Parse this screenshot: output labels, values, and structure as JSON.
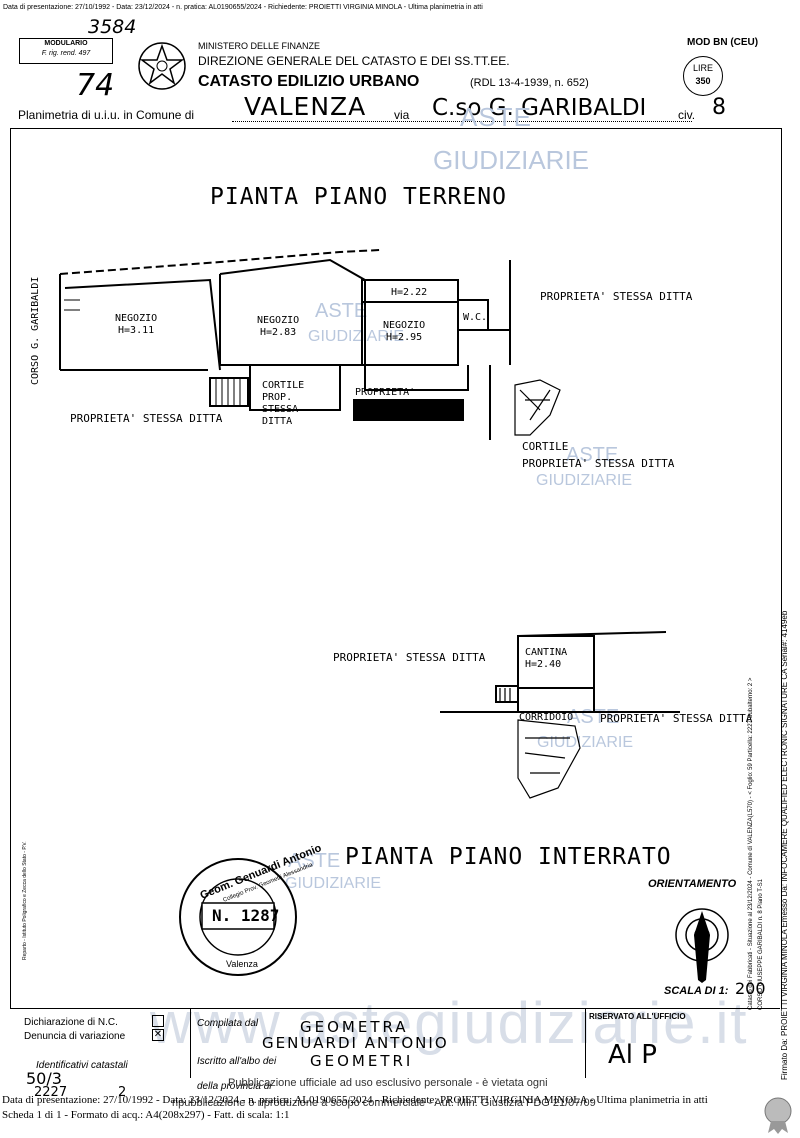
{
  "top_meta": "Data di presentazione: 27/10/1992 - Data: 23/12/2024 - n. pratica: AL0190655/2024 - Richiedente: PROIETTI VIRGINIA MINOLA - Ultima planimetria in atti",
  "handwritten": {
    "ref_top": "3584",
    "ref_left": "74"
  },
  "form_box": {
    "line1": "MODULARIO",
    "line2": "F. rig. rend. 497"
  },
  "header": {
    "ministry": "MINISTERO DELLE FINANZE",
    "direction": "DIREZIONE GENERALE DEL CATASTO E DEI SS.TT.EE.",
    "catasto": "CATASTO EDILIZIO URBANO",
    "law": "(RDL 13-4-1939, n. 652)",
    "mod": "MOD BN (CEU)",
    "price_label": "LIRE",
    "price_value": "350"
  },
  "address": {
    "prefix": "Planimetria di u.i.u. in Comune di",
    "comune": "VALENZA",
    "via_label": "via",
    "via": "C.so G. GARIBALDI",
    "civ_label": "civ.",
    "civ": "8"
  },
  "watermark": {
    "line1": "ASTE",
    "line2": "GIUDIZIARIE",
    "site": "www.astegiudiziarie.it"
  },
  "ground_floor": {
    "title": "PIANTA PIANO TERRENO",
    "street": "CORSO G. GARIBALDI",
    "rooms": [
      {
        "name": "NEGOZIO",
        "height": "H=3.11"
      },
      {
        "name": "NEGOZIO",
        "height": "H=2.83"
      },
      {
        "name": "NEGOZIO",
        "height": "H=2.95"
      }
    ],
    "h_small": "H=2.22",
    "wc": "W.C.",
    "cortile_prop": [
      "CORTILE",
      "PROP.",
      "STESSA",
      "DITTA"
    ],
    "proprieta": "PROPRIETA'",
    "prop_stessa_left": "PROPRIETA' STESSA DITTA",
    "prop_stessa_right": "PROPRIETA' STESSA DITTA",
    "cortile": "CORTILE",
    "cortile_prop_line": "PROPRIETA' STESSA DITTA"
  },
  "basement": {
    "title": "PIANTA PIANO INTERRATO",
    "prop_left": "PROPRIETA' STESSA DITTA",
    "cantina": "CANTINA",
    "cantina_h": "H=2.40",
    "corridoio": "CORRIDOIO",
    "prop_right": "PROPRIETA' STESSA DITTA"
  },
  "orientamento": "ORIENTAMENTO",
  "scala": {
    "label": "SCALA DI 1:",
    "value": "200"
  },
  "stamp": {
    "outer": "Geom. Genuardi Antonio",
    "inner": "Collegio Prov. Geometri Alessandria",
    "number": "N. 1287",
    "city": "Valenza"
  },
  "side_small": "Reparto - Istituto Poligrafico e Zecca dello Stato - P.V.",
  "side_right1": "Catasto dei Fabbricati - Situazione al 23/12/2024 - Comune di VALENZA(L570) - < Foglio: 59 Particella: 2227 Subalterno: 2 >",
  "side_right2": "CORSO GIUSEPPE GARIBALDI n. 8 Piano T-S1",
  "side_signature": "Firmato Da: PROIETTI VIRGINIA MINOLA Emesso Da: INFOCAMERE QUALIFIED ELECTRONIC SIGNATURE CA Serial#: 4149eb",
  "footer": {
    "dichiarazione": "Dichiarazione di N.C.",
    "denuncia": "Denuncia di variazione",
    "identificativi": "Identificativi catastali",
    "ident_a": "50/3",
    "ident_b": "2227",
    "ident_sub": "2",
    "compilata": "Compilata dal",
    "comp_title": "GEOMETRA",
    "comp_name": "GENUARDI ANTONIO",
    "iscritto": "Iscritto all'albo dei",
    "iscritto_val": "GEOMETRI",
    "della": "della provincia di",
    "riservato": "RISERVATO ALL'UFFICIO",
    "pub": "Pubblicazione ufficiale ad uso esclusivo personale - è vietata ogni",
    "pub2": "ripubblicazione o riproduzione a scopo commerciale - Aut. Min. Giustizia PDG 21/07/09"
  },
  "bottom": {
    "line1": "Data di presentazione: 27/10/1992 - Data: 23/12/2024 - n. pratica: AL0190655/2024 - Richiedente: PROIETTI VIRGINIA MINOLA - Ultima planimetria in atti",
    "line2": "Scheda 1 di 1 - Formato di acq.: A4(208x297) - Fatt. di scala: 1:1"
  }
}
